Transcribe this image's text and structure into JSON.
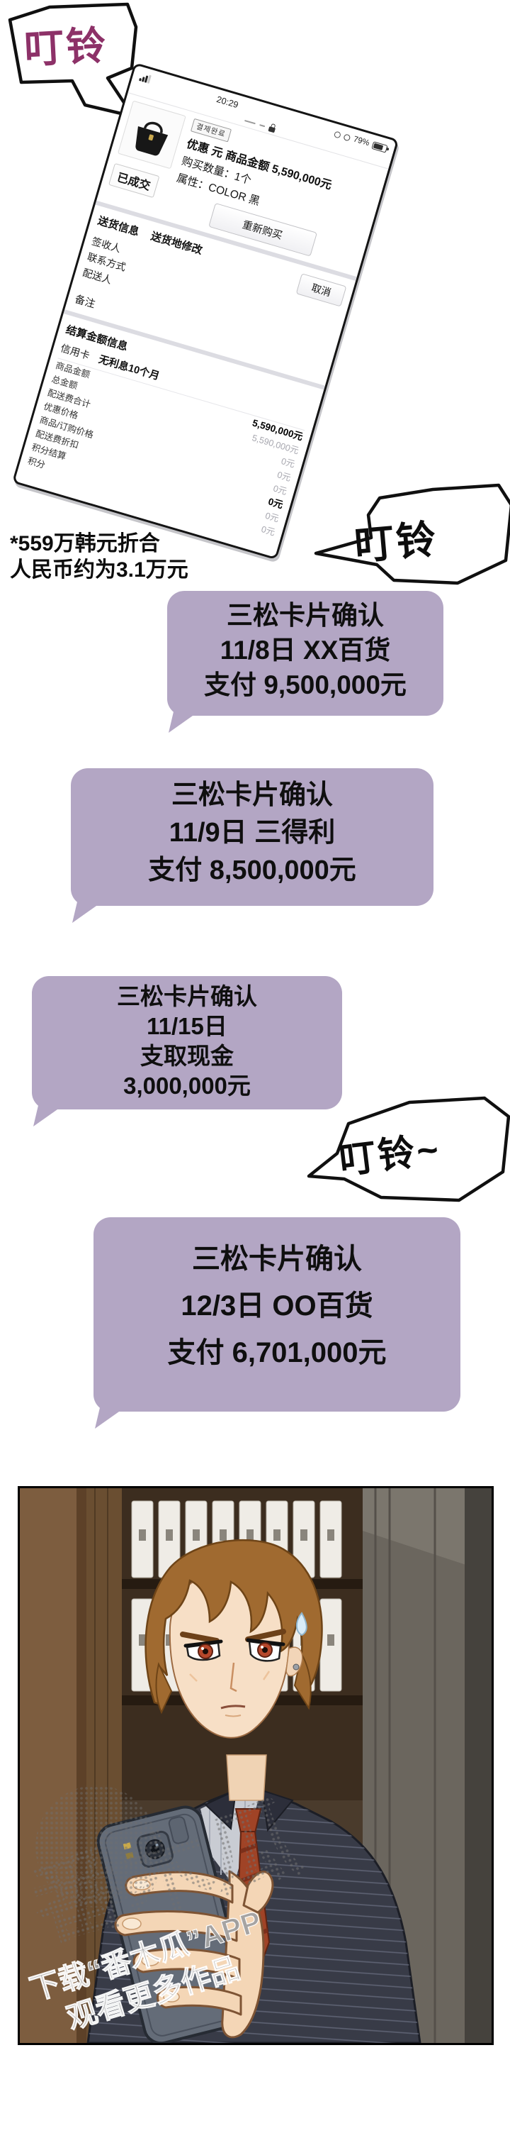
{
  "colors": {
    "bubble_purple": "#b3a6c4",
    "sfx_top_text": "#8d3168",
    "ink": "#111111"
  },
  "sfx": {
    "top": "叮铃",
    "middle": "叮铃",
    "bottom": "叮铃~"
  },
  "phone": {
    "status": {
      "time": "20:29",
      "battery": "79%"
    },
    "order": {
      "payment_tag": "결제완료",
      "deal_badge": "已成交",
      "line1": "优惠 元 商品金额 5,590,000元",
      "line2": "购买数量：1个",
      "line3": "属性：COLOR 黑",
      "rebuy": "重新购买"
    },
    "shipping": {
      "title": "送货信息",
      "edit": "送货地修改",
      "receiver": "签收人",
      "contact": "联系方式",
      "courier": "配送人",
      "cancel": "取消",
      "memo": "备注"
    },
    "settlement": {
      "title": "结算金额信息",
      "credit_label": "信用卡",
      "credit_value": "无利息10个月",
      "rows": [
        {
          "label": "商品金额",
          "value": "5,590,000元"
        },
        {
          "label": "总金额",
          "value": "5,590,000元"
        },
        {
          "label": "配送费合计",
          "value": "0元"
        },
        {
          "label": "优惠价格",
          "value": "0元"
        },
        {
          "label": "商品/订购价格",
          "value": "0元"
        },
        {
          "label": "配送费折扣",
          "value": "0元"
        },
        {
          "label": "积分结算",
          "value": "0元"
        },
        {
          "label": "积分",
          "value": "0元"
        }
      ]
    }
  },
  "footnote": {
    "line1": "*559万韩元折合",
    "line2": "人民币约为3.1万元"
  },
  "messages": [
    {
      "lines": [
        "三松卡片确认",
        "11/8日 XX百货",
        "支付 9,500,000元"
      ]
    },
    {
      "lines": [
        "三松卡片确认",
        "11/9日 三得利",
        "支付 8,500,000元"
      ]
    },
    {
      "lines": [
        "三松卡片确认",
        "11/15日",
        "支取现金",
        "3,000,000元"
      ]
    },
    {
      "lines": [
        "三松卡片确认",
        "12/3日 OO百货",
        "支付 6,701,000元"
      ]
    }
  ],
  "watermark": {
    "stamp": "番木瓜",
    "line1": "下载“番木瓜”APP",
    "line2": "观看更多作品"
  }
}
